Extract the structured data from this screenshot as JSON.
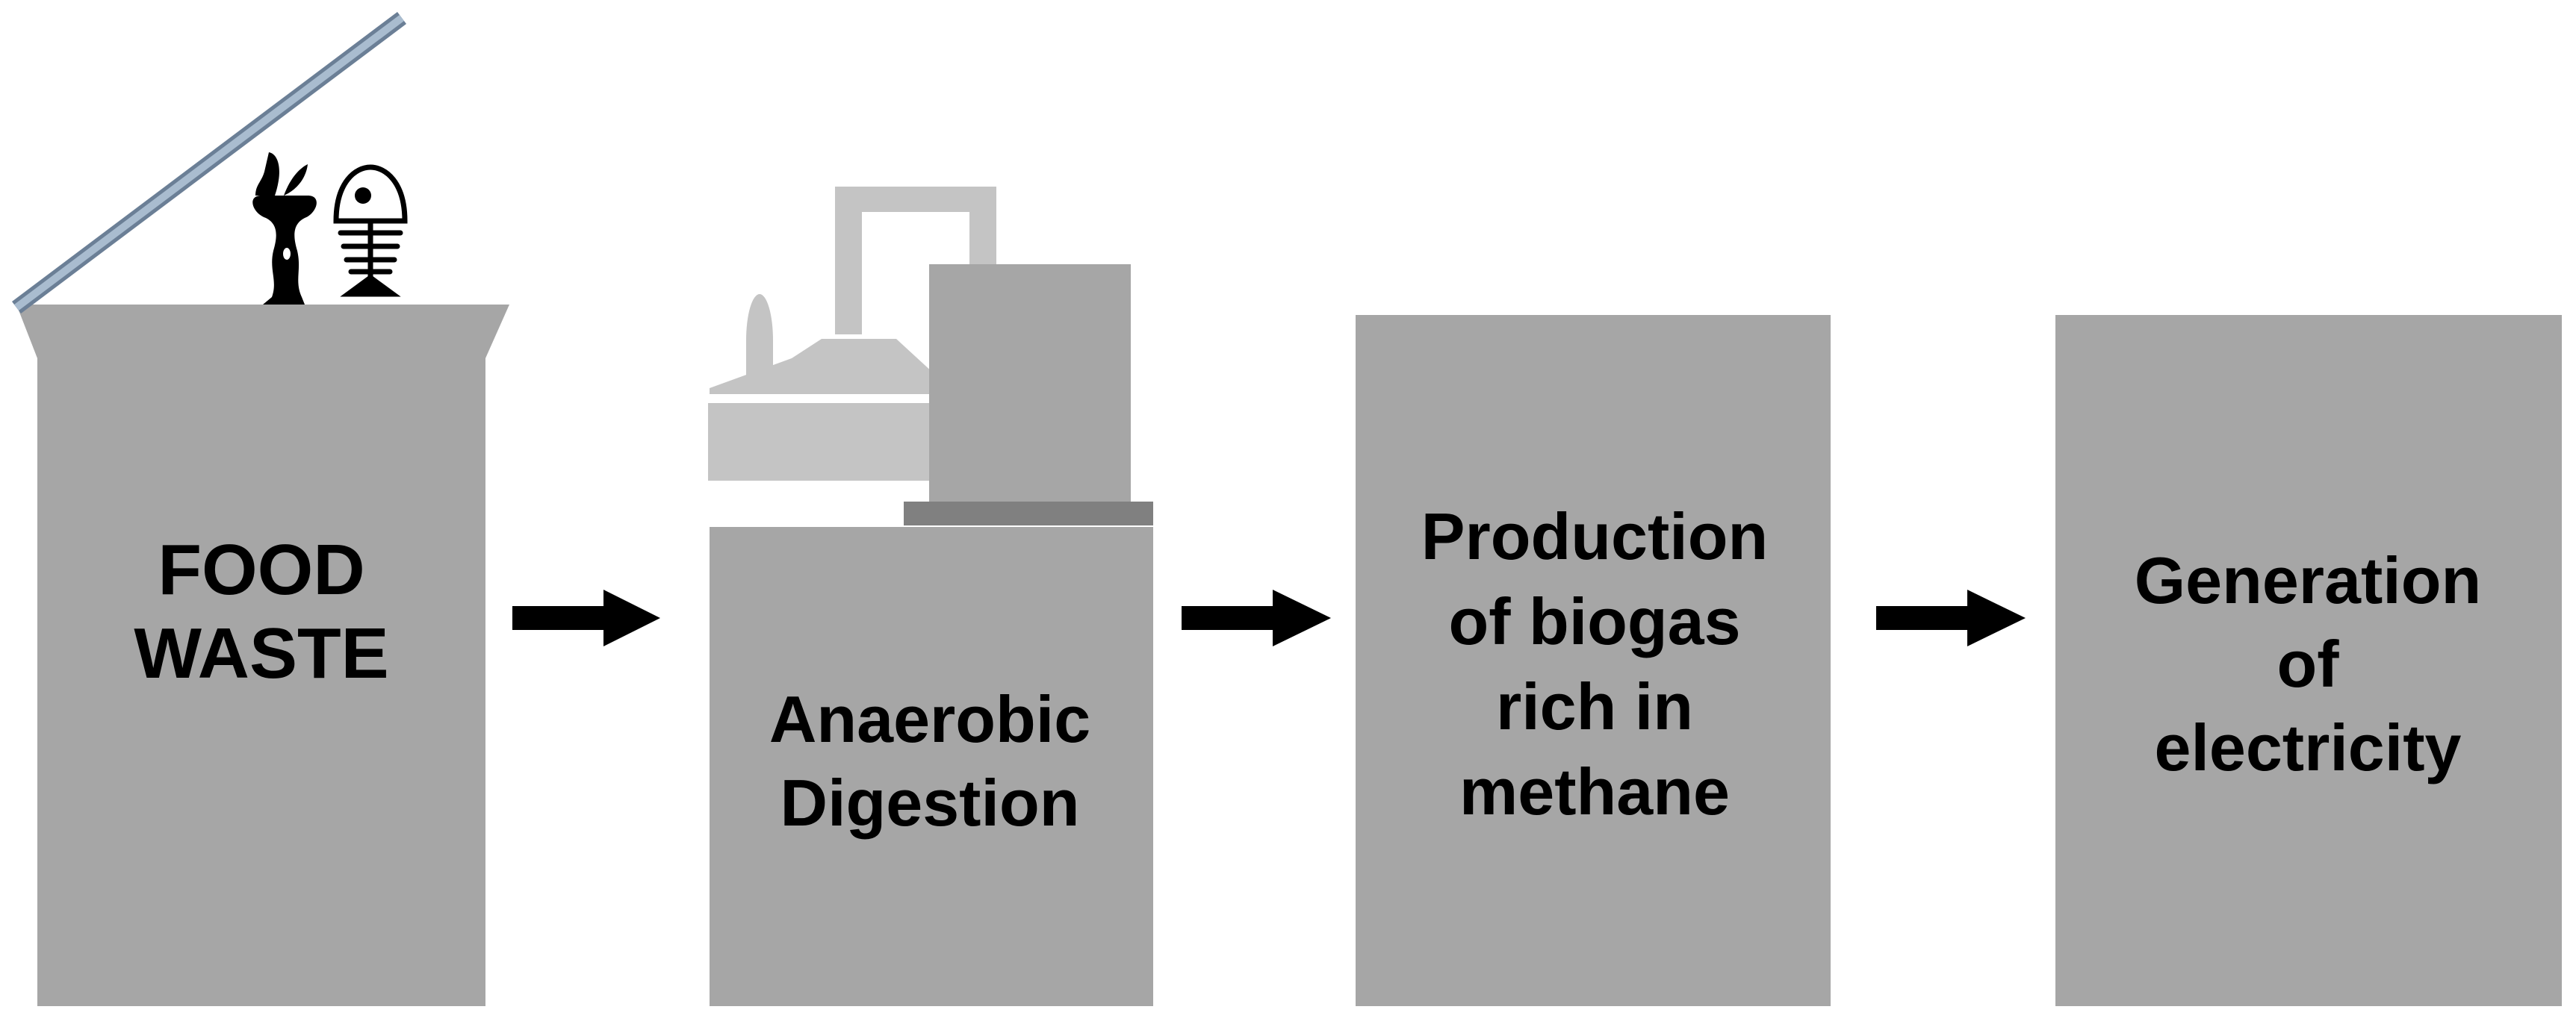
{
  "colors": {
    "box": "#a6a6a6",
    "box_light": "#c4c4c4",
    "box_dark": "#808080",
    "lid": "#8ea3bb",
    "arrow": "#000000",
    "text": "#000000"
  },
  "steps": [
    {
      "id": "food-waste",
      "label": "FOOD\nWASTE"
    },
    {
      "id": "anaerobic-digestion",
      "label": "Anaerobic\nDigestion"
    },
    {
      "id": "biogas",
      "label": "Production\nof biogas\nrich in\nmethane"
    },
    {
      "id": "electricity",
      "label": "Generation\nof\nelectricity"
    }
  ],
  "icons": [
    "apple-core-icon",
    "fish-bone-icon",
    "right-arrow-icon"
  ]
}
